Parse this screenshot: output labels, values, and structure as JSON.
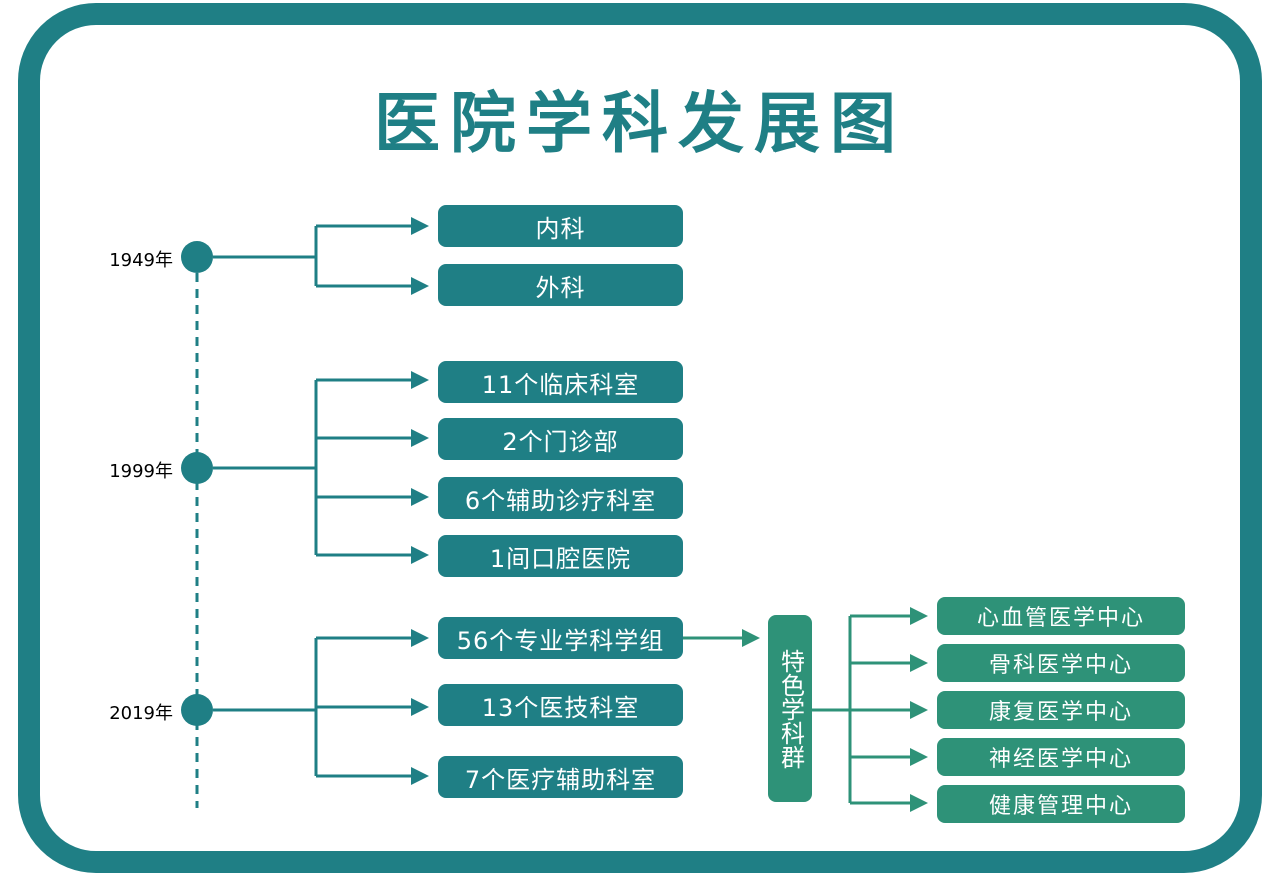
{
  "title": "医院学科发展图",
  "colors": {
    "primary": "#1f7f85",
    "secondary": "#2e9278"
  },
  "timeline": [
    {
      "year": "1949年",
      "items": [
        "内科",
        "外科"
      ]
    },
    {
      "year": "1999年",
      "items": [
        "11个临床科室",
        "2个门诊部",
        "6个辅助诊疗科室",
        "1间口腔医院"
      ]
    },
    {
      "year": "2019年",
      "items": [
        "56个专业学科学组",
        "13个医技科室",
        "7个医疗辅助科室"
      ]
    }
  ],
  "special_group": {
    "label": "特色学科群",
    "items": [
      "心血管医学中心",
      "骨科医学中心",
      "康复医学中心",
      "神经医学中心",
      "健康管理中心"
    ]
  }
}
